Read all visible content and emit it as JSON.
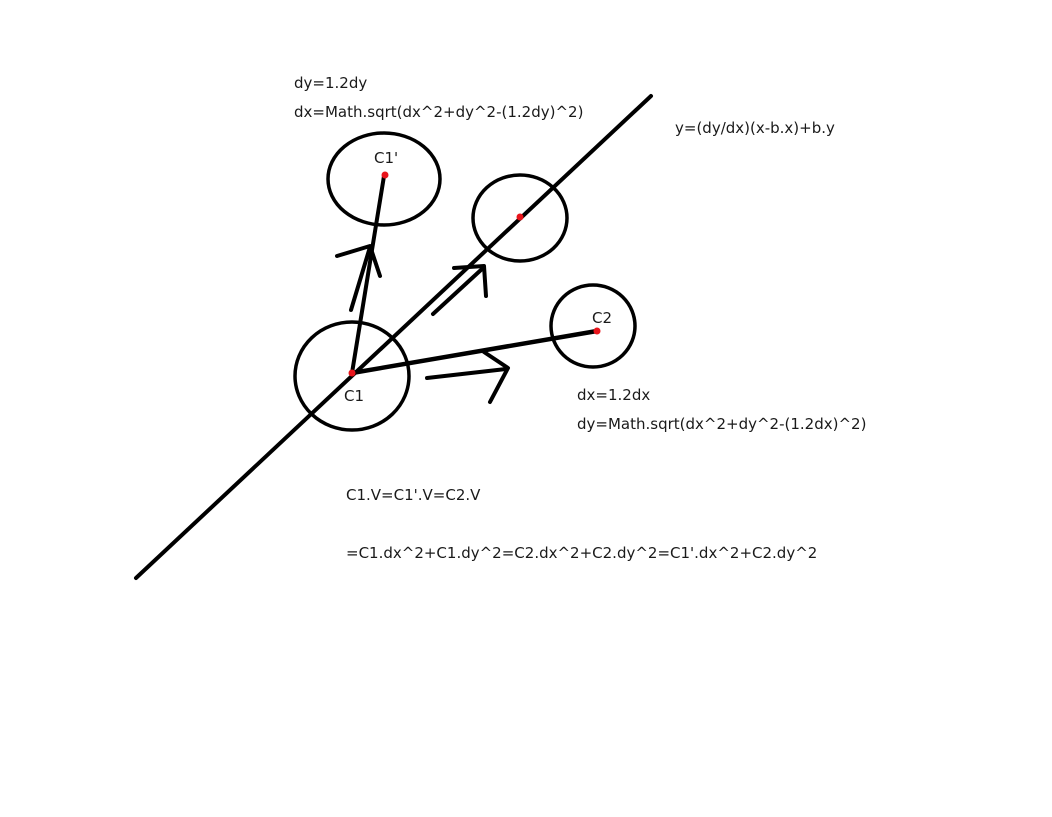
{
  "labels": {
    "c1_prime": "C1'",
    "c1": "C1",
    "c2": "C2"
  },
  "formulas": {
    "top_left_1": "dy=1.2dy",
    "top_left_2": "dx=Math.sqrt(dx^2+dy^2-(1.2dy)^2)",
    "top_right": "y=(dy/dx)(x-b.x)+b.y",
    "mid_right_1": "dx=1.2dx",
    "mid_right_2": "dy=Math.sqrt(dx^2+dy^2-(1.2dx)^2)",
    "bottom_1": "C1.V=C1'.V=C2.V",
    "bottom_2": "=C1.dx^2+C1.dy^2=C2.dx^2+C2.dy^2=C1'.dx^2+C2.dy^2"
  },
  "colors": {
    "ink": "#000000",
    "point": "#e8141b",
    "text": "#1a1a1a"
  }
}
